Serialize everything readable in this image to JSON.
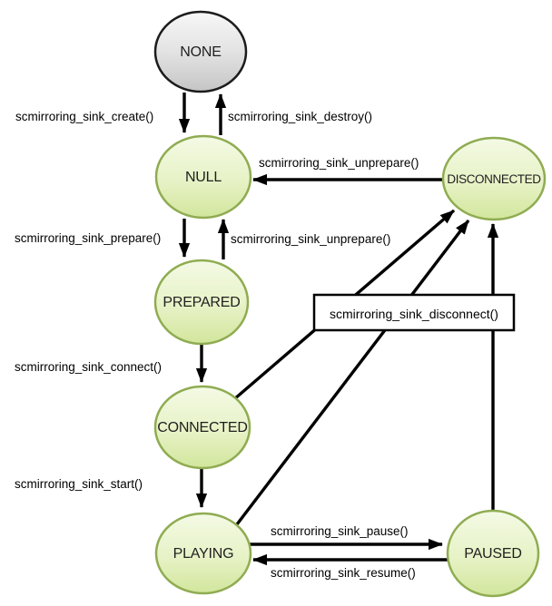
{
  "states": {
    "none": "NONE",
    "null": "NULL",
    "prepared": "PREPARED",
    "connected": "CONNECTED",
    "playing": "PLAYING",
    "paused": "PAUSED",
    "disconnected": "DISCONNECTED"
  },
  "transitions": {
    "create": "scmirroring_sink_create()",
    "destroy": "scmirroring_sink_destroy()",
    "prepare": "scmirroring_sink_prepare()",
    "unprepare": "scmirroring_sink_unprepare()",
    "connect": "scmirroring_sink_connect()",
    "start": "scmirroring_sink_start()",
    "disconnect": "scmirroring_sink_disconnect()",
    "pause": "scmirroring_sink_pause()",
    "resume": "scmirroring_sink_resume()"
  },
  "colors": {
    "background": "#ffffff",
    "state_fill_top": "#f4fae5",
    "state_fill_mid": "#e7f2c6",
    "state_fill_bottom": "#d2e69c",
    "state_border": "#8fac52",
    "none_fill_top": "#f7f7f7",
    "none_fill_mid": "#e3e3e3",
    "none_fill_bottom": "#c5c5c5",
    "none_border": "#1c1c1c",
    "arrow": "#000000",
    "label_text": "#000000",
    "state_text": "#1f1f1f",
    "box_fill": "#ffffff"
  }
}
